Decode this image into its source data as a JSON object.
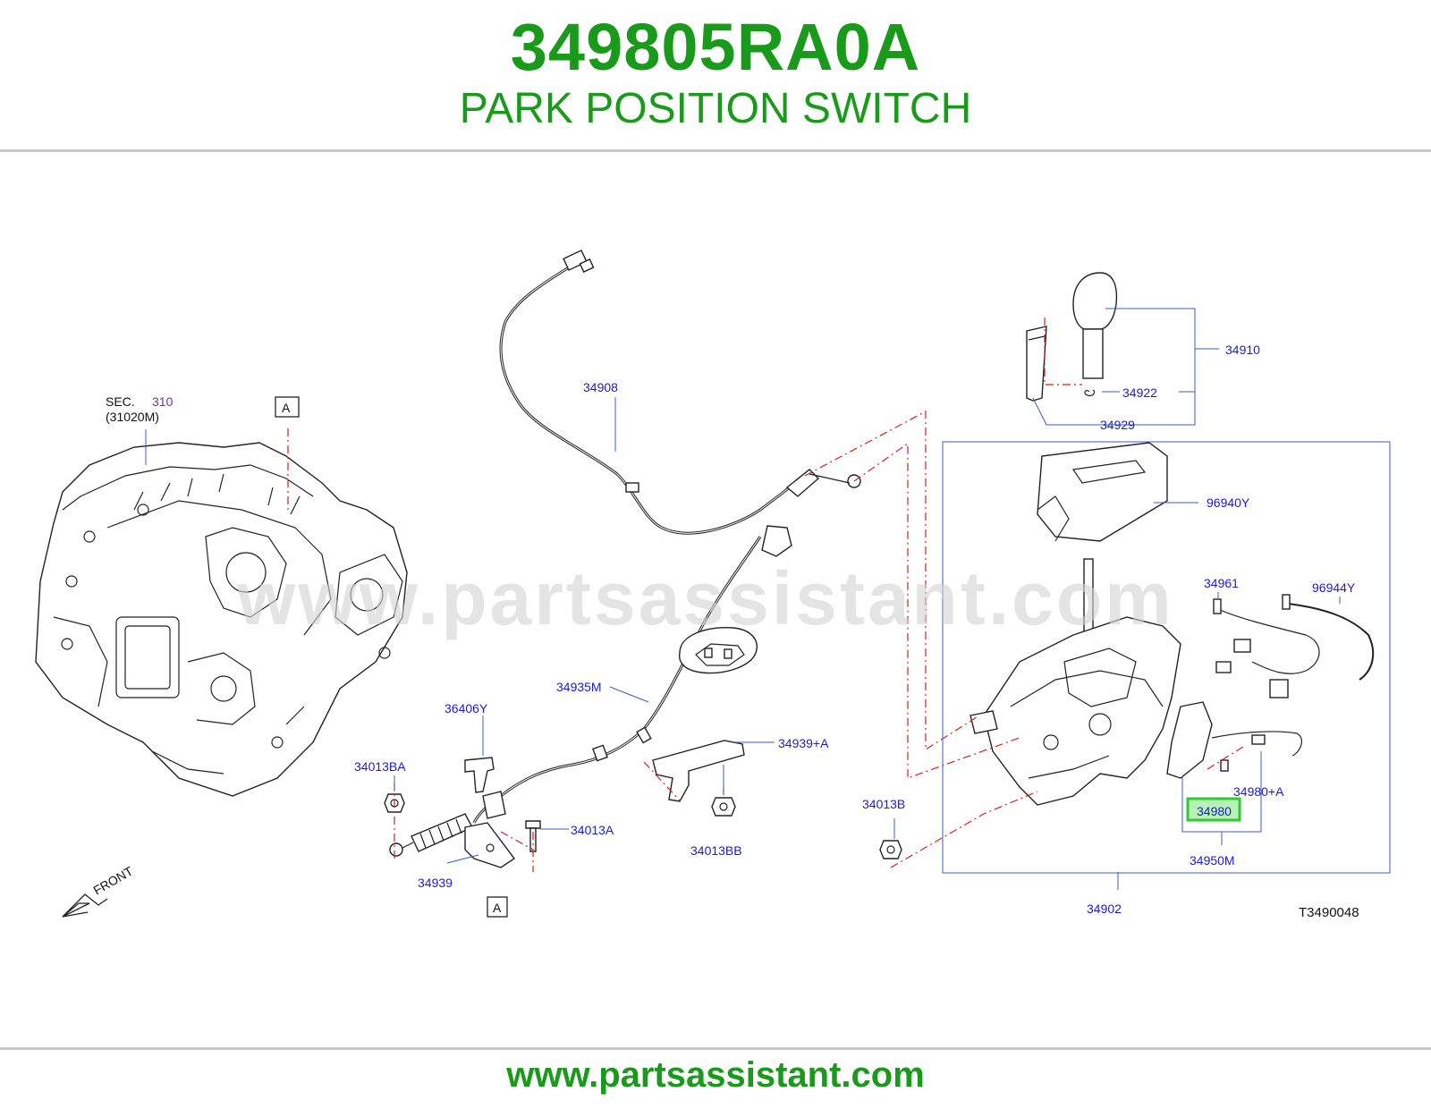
{
  "header": {
    "part_number": "349805RA0A",
    "part_name": "PARK POSITION SWITCH"
  },
  "watermark": "www.partsassistant.com",
  "footer": {
    "url": "www.partsassistant.com"
  },
  "diagram": {
    "sec_label": "SEC.",
    "sec_number": "310",
    "sec_ref": "(31020M)",
    "ref_marker": "A",
    "front_label": "FRONT",
    "figure_code": "T3490048",
    "highlighted": "34980",
    "callouts": {
      "c34908": "34908",
      "c34910": "34910",
      "c34922": "34922",
      "c34929": "34929",
      "c96940Y": "96940Y",
      "c34961": "34961",
      "c96944Y": "96944Y",
      "c34935M": "34935M",
      "c36406Y": "36406Y",
      "c34939A": "34939+A",
      "c34013BA": "34013BA",
      "c34013A": "34013A",
      "c34013BB": "34013BB",
      "c34013B": "34013B",
      "c34980A": "34980+A",
      "c34950M": "34950M",
      "c34939": "34939",
      "c34902": "34902"
    }
  },
  "colors": {
    "brand_green": "#1a9a1a",
    "callout_blue": "#1c1ccc",
    "highlight_green": "#2ecc2e"
  }
}
